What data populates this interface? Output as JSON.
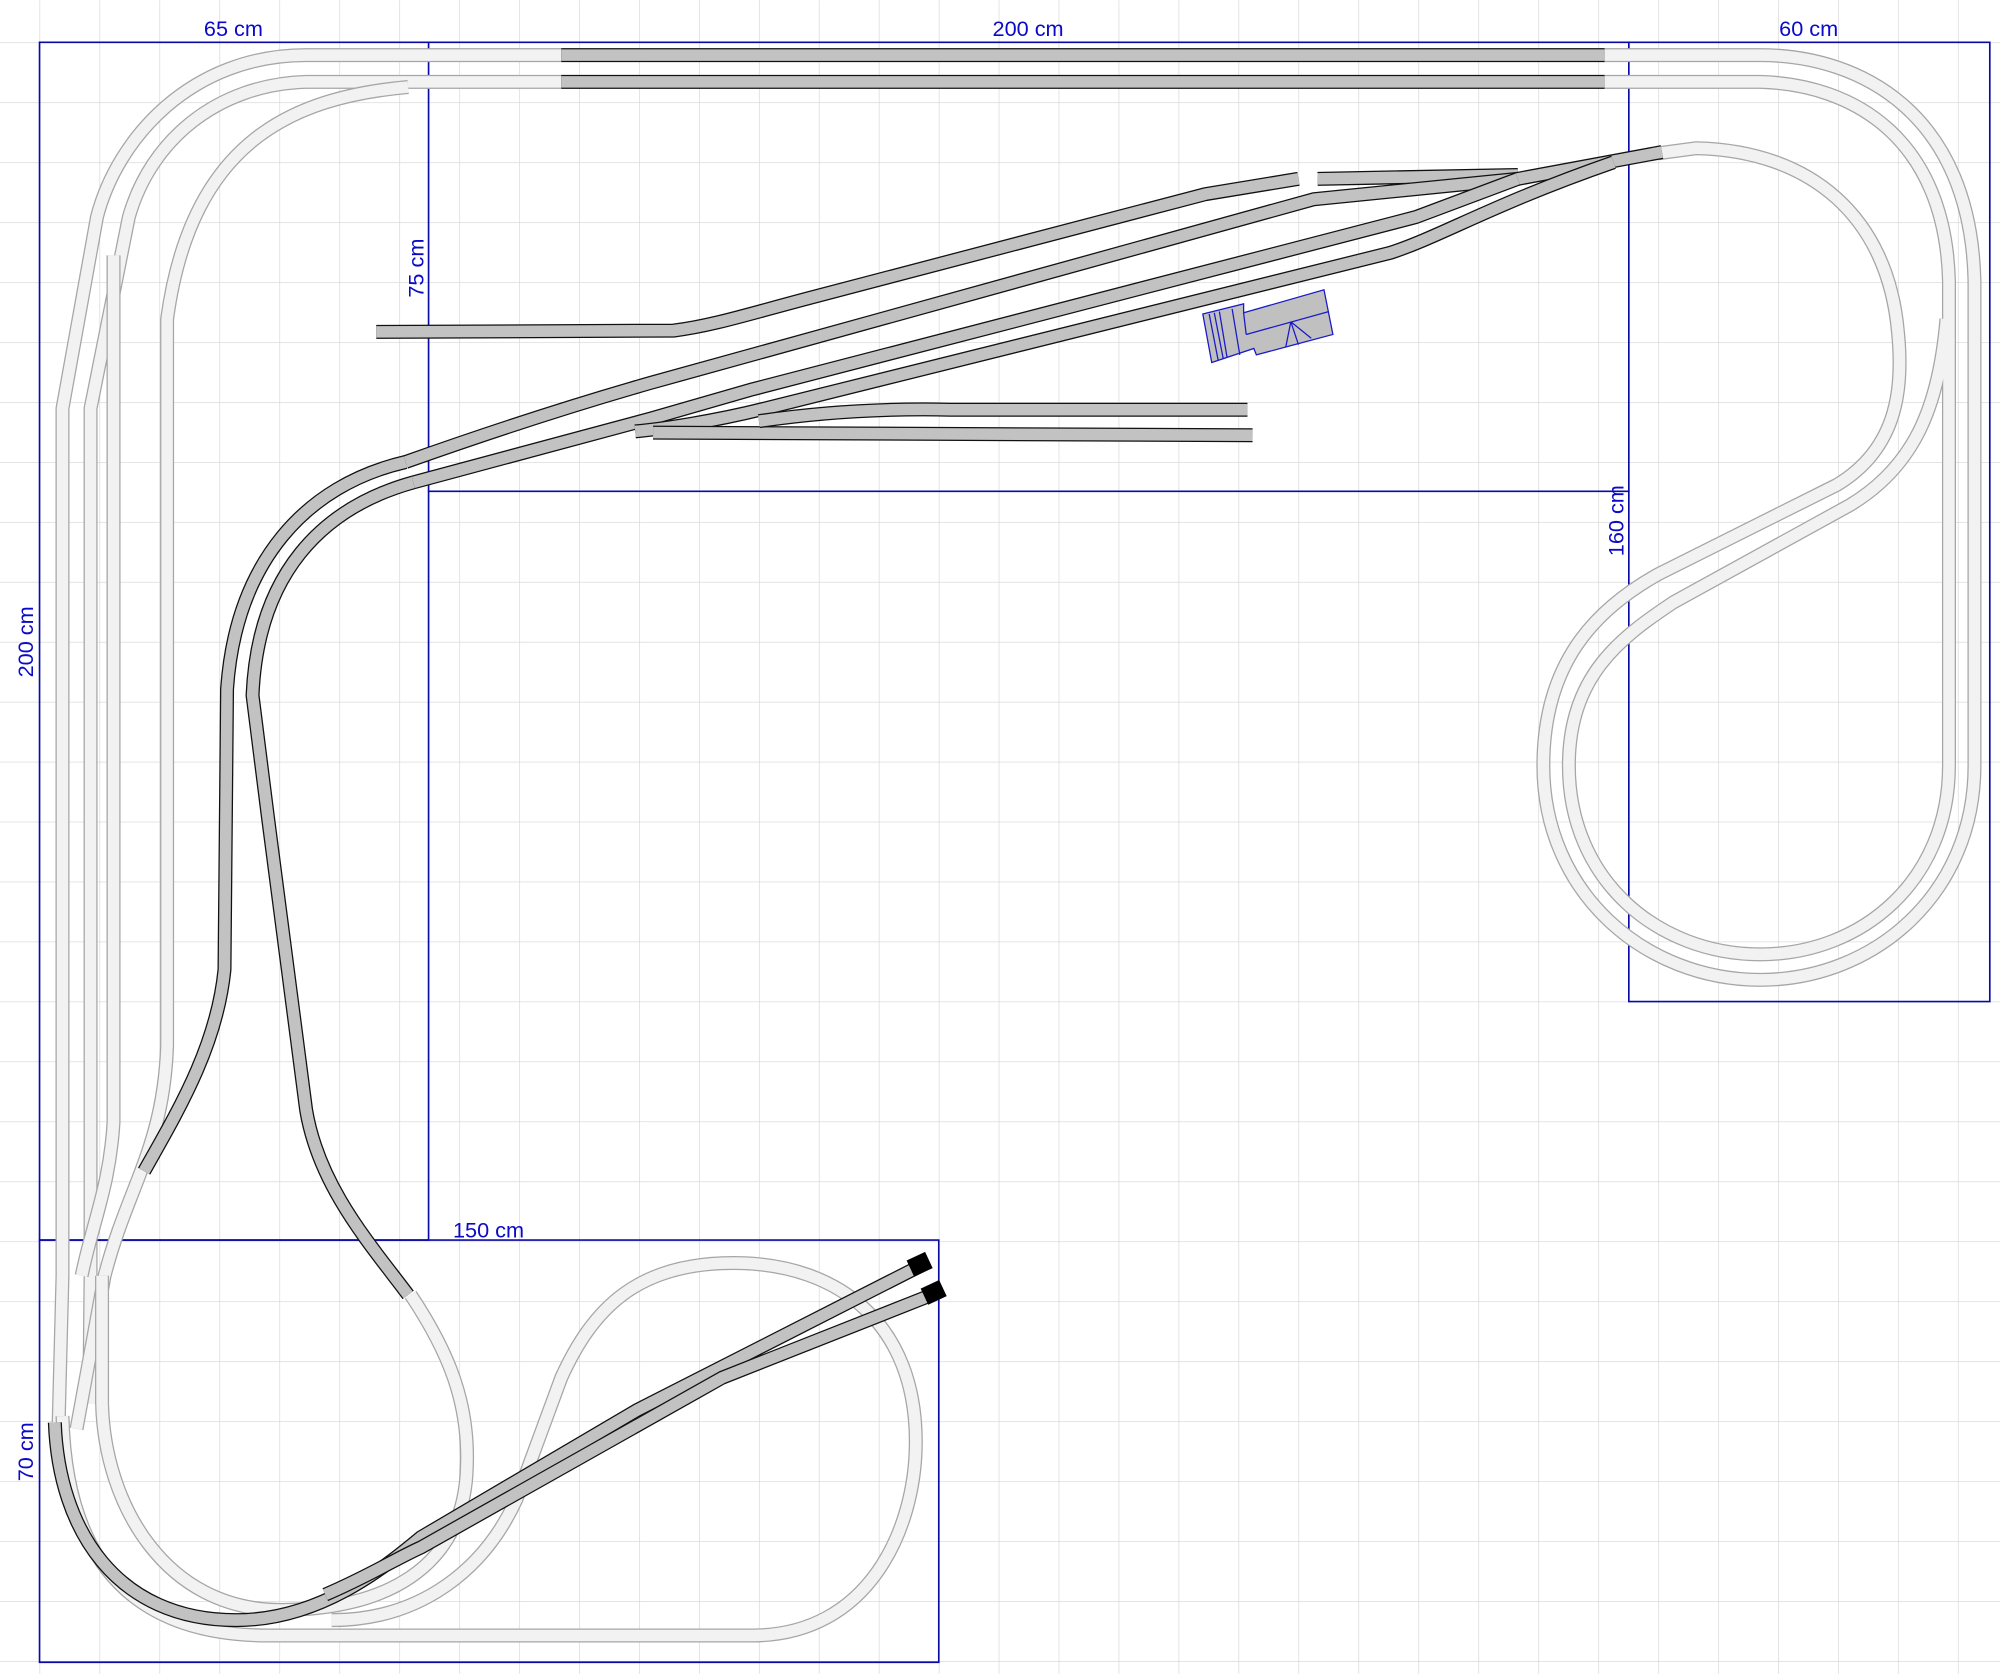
{
  "dimensions": {
    "top_left": "65 cm",
    "top_middle": "200 cm",
    "top_right": "60 cm",
    "station_depth": "75 cm",
    "left_side": "200 cm",
    "right_side": "160 cm",
    "bottom_width": "150 cm",
    "bottom_depth": "70 cm"
  },
  "colors": {
    "dimension_lines": "#0a0aa8",
    "active_track": "#c2c2c2",
    "hidden_track": "#f2f2f2",
    "grid": "#d4d4d4",
    "building": "#c0c0c0"
  }
}
